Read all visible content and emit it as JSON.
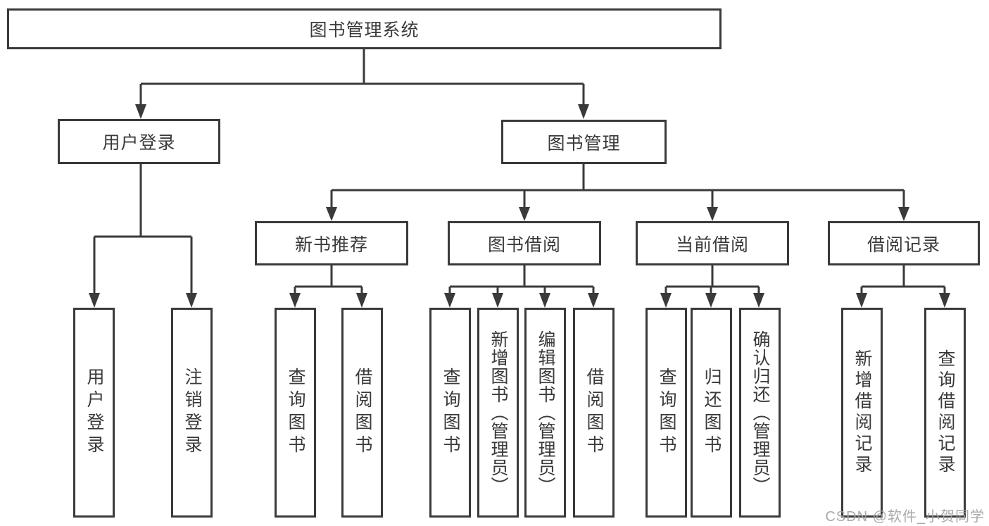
{
  "tree": {
    "root_label": "图书管理系统",
    "user_branch": {
      "label": "用户登录",
      "children": [
        "用户登录",
        "注销登录"
      ]
    },
    "book_branch": {
      "label": "图书管理",
      "sections": [
        {
          "label": "新书推荐",
          "children": [
            "查询图书",
            "借阅图书"
          ]
        },
        {
          "label": "图书借阅",
          "children": [
            "查询图书",
            "新增图书（管理员）",
            "编辑图书（管理员）",
            "借阅图书"
          ]
        },
        {
          "label": "当前借阅",
          "children": [
            "查询图书",
            "归还图书",
            "确认归还（管理员）"
          ]
        },
        {
          "label": "借阅记录",
          "children": [
            "新增借阅记录",
            "查询借阅记录"
          ]
        }
      ]
    }
  },
  "watermark": "CSDN @软件_小贺同学",
  "colors": {
    "line": "#3a3a3a",
    "text": "#3a3a3a",
    "watermark": "#a2a2a2",
    "background": "#ffffff"
  }
}
